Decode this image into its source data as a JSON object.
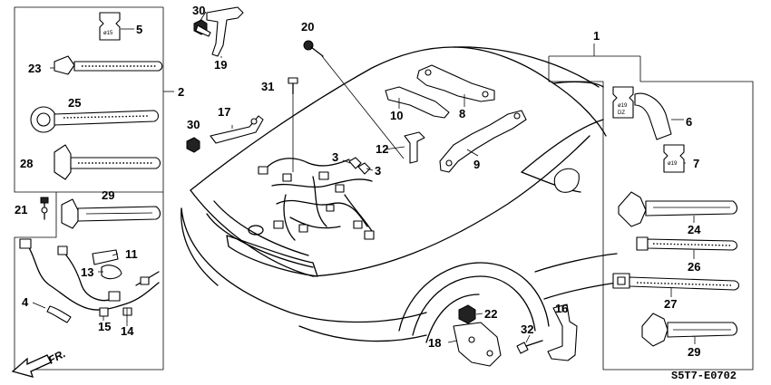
{
  "diagram": {
    "code": "S5T7-E0702",
    "direction": "FR.",
    "labels": [
      "1",
      "2",
      "3",
      "3",
      "4",
      "5",
      "6",
      "7",
      "8",
      "9",
      "10",
      "11",
      "12",
      "13",
      "14",
      "15",
      "16",
      "17",
      "18",
      "19",
      "20",
      "21",
      "22",
      "23",
      "24",
      "25",
      "26",
      "27",
      "28",
      "29",
      "29",
      "30",
      "30",
      "31",
      "32"
    ],
    "clip_marks": {
      "clip5": "ø15",
      "clip6": "ø19",
      "clip6b": "DZ",
      "clip7": "ø19"
    }
  }
}
